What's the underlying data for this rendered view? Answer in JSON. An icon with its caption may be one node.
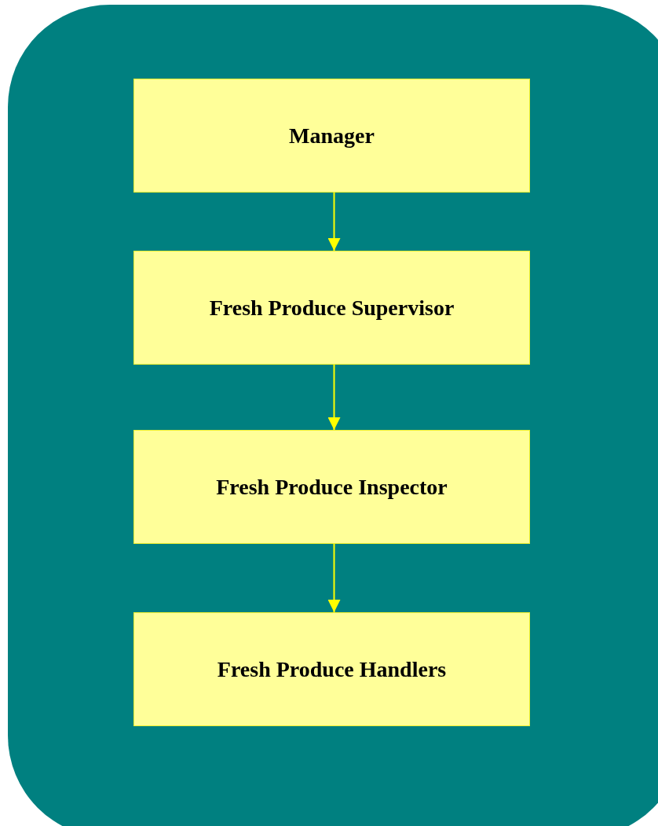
{
  "diagram": {
    "nodes": [
      {
        "text": [
          "Manager"
        ]
      },
      {
        "text": [
          "Fresh Produce Supervisor"
        ]
      },
      {
        "text": [
          "Fresh Produce Inspector"
        ]
      },
      {
        "text": [
          "Fresh Produce Handlers"
        ]
      }
    ],
    "edges": [
      {
        "from": 0,
        "to": 1,
        "arrow": "to"
      },
      {
        "from": 1,
        "to": 2,
        "arrow": "to"
      },
      {
        "from": 2,
        "to": 3,
        "arrow": "to"
      }
    ]
  }
}
